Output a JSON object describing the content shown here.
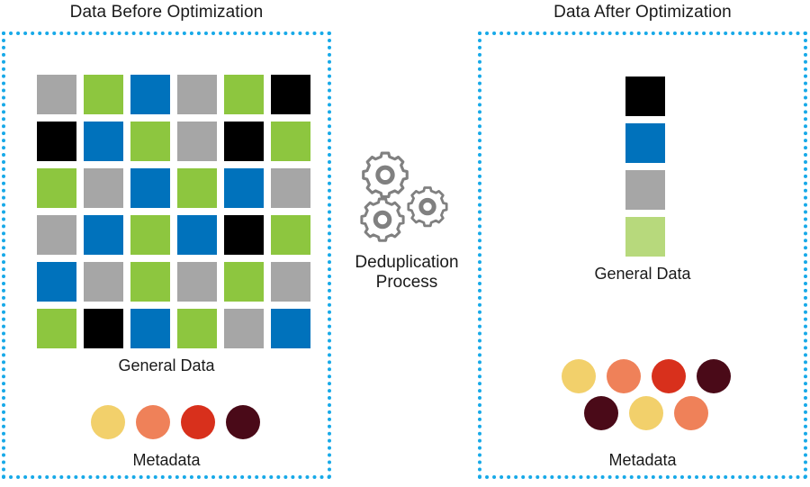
{
  "palette": {
    "gray": "#a6a6a6",
    "green": "#8dc63f",
    "blue": "#0072bc",
    "black": "#000000",
    "light_green": "#b7d97c",
    "meta_yellow": "#f2d06b",
    "meta_salmon": "#ef8159",
    "meta_red": "#d8301c",
    "meta_maroon": "#4a0a18",
    "panel_border": "#17a9e8",
    "gear_stroke": "#808080",
    "text": "#1a1a1a"
  },
  "before": {
    "title": "Data Before Optimization",
    "general_data_label": "General Data",
    "metadata_label": "Metadata",
    "grid": [
      [
        "gray",
        "green",
        "blue",
        "gray",
        "green",
        "black"
      ],
      [
        "black",
        "blue",
        "green",
        "gray",
        "black",
        "green"
      ],
      [
        "green",
        "gray",
        "blue",
        "green",
        "blue",
        "gray"
      ],
      [
        "gray",
        "blue",
        "green",
        "blue",
        "black",
        "green"
      ],
      [
        "blue",
        "gray",
        "green",
        "gray",
        "green",
        "gray"
      ],
      [
        "green",
        "black",
        "blue",
        "green",
        "gray",
        "blue"
      ]
    ],
    "metadata_circles": [
      "meta_yellow",
      "meta_salmon",
      "meta_red",
      "meta_maroon"
    ]
  },
  "process": {
    "label_line1": "Deduplication",
    "label_line2": "Process",
    "icon": "gears-icon",
    "gear_count": 3
  },
  "after": {
    "title": "Data After Optimization",
    "general_data_label": "General Data",
    "metadata_label": "Metadata",
    "stack": [
      "black",
      "blue",
      "gray",
      "light_green"
    ],
    "metadata_row1": [
      "meta_yellow",
      "meta_salmon",
      "meta_red",
      "meta_maroon"
    ],
    "metadata_row2": [
      "meta_maroon",
      "meta_yellow",
      "meta_salmon"
    ]
  }
}
